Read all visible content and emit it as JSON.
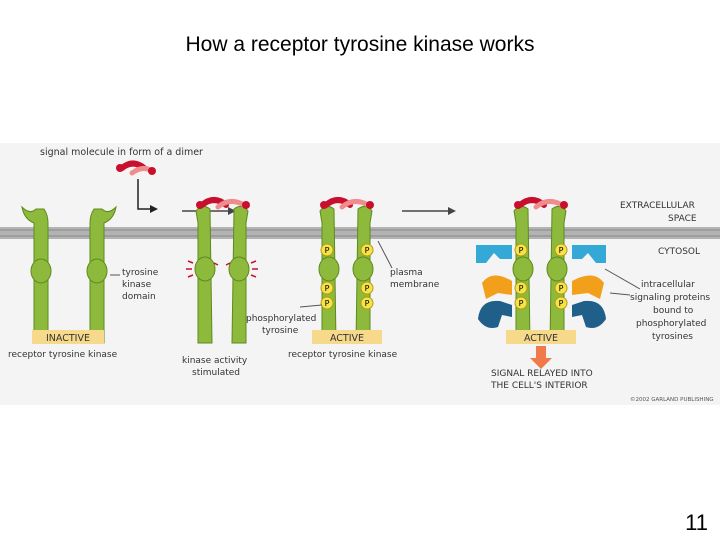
{
  "slide": {
    "title": "How a receptor tyrosine kinase works",
    "page_number": "11"
  },
  "figure": {
    "labels": {
      "signal": "signal molecule in form of a dimer",
      "extracellular_1": "EXTRACELLULAR",
      "extracellular_2": "SPACE",
      "cytosol": "CYTOSOL",
      "tk_1": "tyrosine",
      "tk_2": "kinase",
      "tk_3": "domain",
      "pm_1": "plasma",
      "pm_2": "membrane",
      "pt_1": "phosphorylated",
      "pt_2": "tyrosine",
      "ka_1": "kinase activity",
      "ka_2": "stimulated",
      "rtk_left": "receptor tyrosine kinase",
      "rtk_mid": "receptor tyrosine kinase",
      "ic_1": "intracellular",
      "ic_2": "signaling proteins",
      "ic_3": "bound to",
      "ic_4": "phosphorylated",
      "ic_5": "tyrosines",
      "relay_1": "SIGNAL RELAYED INTO",
      "relay_2": "THE CELL'S INTERIOR",
      "copyright": "©2002 GARLAND PUBLISHING"
    },
    "states": {
      "inactive": "INACTIVE",
      "active_1": "ACTIVE",
      "active_2": "ACTIVE"
    },
    "phospho": "P",
    "colors": {
      "receptor": "#8db93c",
      "receptor_dark": "#5e8a1e",
      "signal": "#c8102e",
      "signal_pink": "#f08c8c",
      "membrane": "#a0a0a0",
      "phospho_fill": "#f5e34a",
      "state_box": "#f7d98b",
      "protein_blue_light": "#35a9d6",
      "protein_orange": "#f29f1c",
      "protein_blue_dark": "#1f5f8a",
      "arrow_orange": "#f07a4a"
    }
  }
}
